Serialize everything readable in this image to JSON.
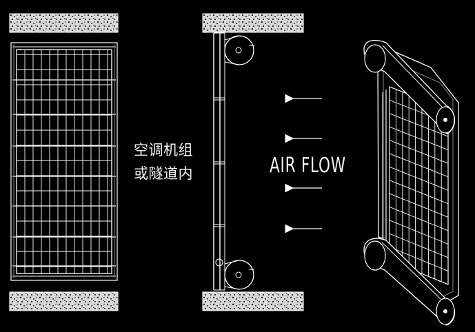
{
  "diagram": {
    "note_lines": [
      "空调机组",
      "或隧道内"
    ],
    "air_flow_label": "AIR FLOW",
    "colors": {
      "background": "#000000",
      "line": "#ffffff",
      "gray_detail": "#8a8a8a",
      "concrete_light": "#d8d8d8",
      "concrete_dark": "#202020"
    },
    "icons": [
      "arrow-left-icon",
      "roller-icon",
      "grid-panel-icon"
    ]
  }
}
